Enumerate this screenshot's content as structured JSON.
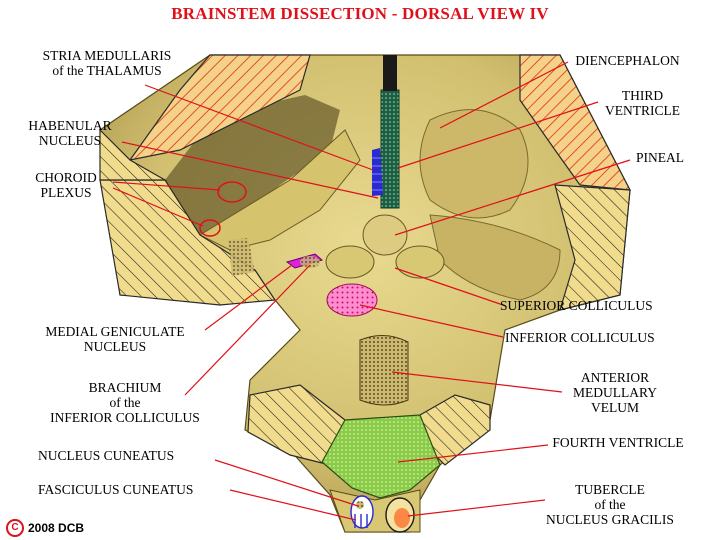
{
  "title": "BRAINSTEM DISSECTION - DORSAL VIEW  IV",
  "labels": {
    "stria_medullaris": [
      "STRIA MEDULLARIS",
      "of the THALAMUS"
    ],
    "habenular_nucleus": [
      "HABENULAR",
      "NUCLEUS"
    ],
    "choroid_plexus": [
      "CHOROID",
      "PLEXUS"
    ],
    "medial_geniculate": [
      "MEDIAL GENICULATE",
      "NUCLEUS"
    ],
    "brachium": [
      "BRACHIUM",
      "of the",
      "INFERIOR COLLICULUS"
    ],
    "nucleus_cuneatus": [
      "NUCLEUS CUNEATUS"
    ],
    "fasciculus_cuneatus": [
      "FASCICULUS CUNEATUS"
    ],
    "diencephalon": [
      "DIENCEPHALON"
    ],
    "third_ventricle": [
      "THIRD",
      "VENTRICLE"
    ],
    "pineal": [
      "PINEAL"
    ],
    "superior_colliculus": [
      "SUPERIOR COLLICULUS"
    ],
    "inferior_colliculus": [
      "INFERIOR COLLICULUS"
    ],
    "anterior_medullary_velum": [
      "ANTERIOR",
      "MEDULLARY",
      "VELUM"
    ],
    "fourth_ventricle": [
      "FOURTH VENTRICLE"
    ],
    "tubercle_gracilis": [
      "TUBERCLE",
      "of the",
      "NUCLEUS GRACILIS"
    ]
  },
  "copyright": {
    "symbol": "C",
    "text": "2008  DCB"
  },
  "colors": {
    "title": "#e0101a",
    "leader_lines": "#e0101a",
    "tissue": "#d8c873",
    "tissue_shadow": "#7a6a2e",
    "hatch_red": "#e03010",
    "hatch_black": "#1a1a1a",
    "stria_blue": "#2a2ad0",
    "third_ventricle_green": "#1f7a4a",
    "medial_geniculate_magenta": "#e020e0",
    "inferior_colliculus_pink": "#ff80c0",
    "fourth_ventricle_green": "#7ac040",
    "background": "#ffffff"
  }
}
